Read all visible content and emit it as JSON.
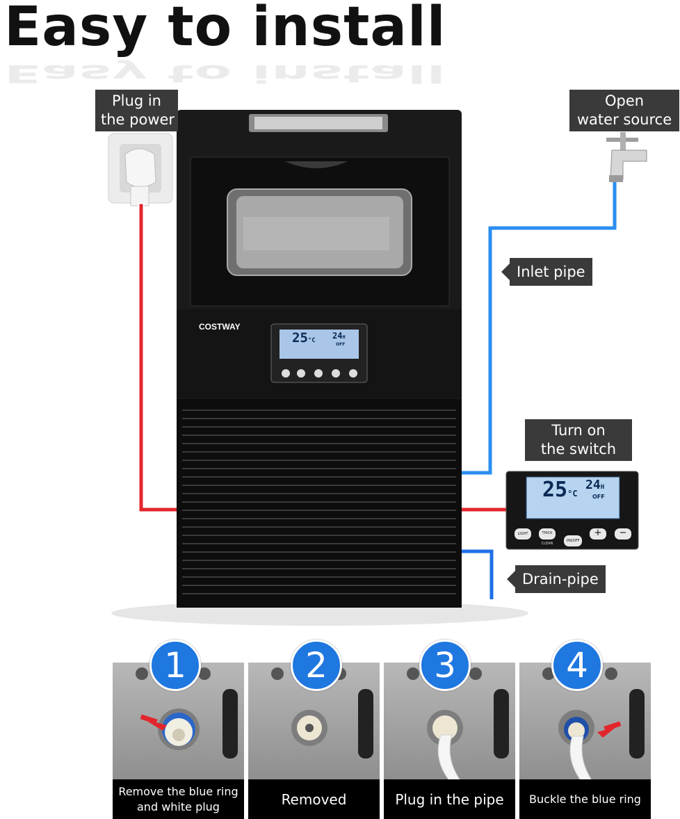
{
  "headline": "Easy to install",
  "callouts": {
    "plug_power": [
      "Plug in",
      "the power"
    ],
    "water_source": [
      "Open",
      "water source"
    ],
    "inlet_pipe": "Inlet pipe",
    "turn_on_switch": [
      "Turn on",
      "the switch"
    ],
    "drain_pipe": "Drain-pipe"
  },
  "machine": {
    "brand": "COSTWAY",
    "display_temp": "25",
    "display_temp_unit": "°C",
    "display_time": "24",
    "display_time_unit": "H",
    "display_off": "OFF",
    "buttons": [
      "LIGHT",
      "THICK",
      "ON/OFF",
      "+",
      "−"
    ],
    "button_sub": "CLEAN"
  },
  "steps": [
    {
      "number": "1",
      "caption": [
        "Remove the blue ring",
        "and white plug"
      ]
    },
    {
      "number": "2",
      "caption": [
        "Removed"
      ]
    },
    {
      "number": "3",
      "caption": [
        "Plug in the pipe"
      ]
    },
    {
      "number": "4",
      "caption": [
        "Buckle the blue ring"
      ]
    }
  ],
  "colors": {
    "power_cable": "#e2262c",
    "water_pipe": "#2a8ef0",
    "step_badge": "#1f77e0",
    "label_bg": "#3a3a3a"
  }
}
